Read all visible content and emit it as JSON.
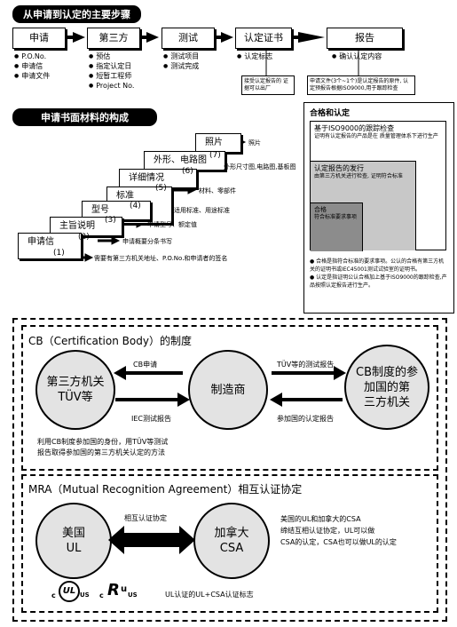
{
  "process": {
    "title": "从申请到认定的主要步骤",
    "steps": [
      "申请",
      "第三方",
      "测试",
      "认定证书",
      "报告"
    ],
    "step1_items": [
      "P.O.No.",
      "申请信",
      "申请文件"
    ],
    "step2_items": [
      "预估",
      "指定认定日",
      "短暂工程师",
      "Project No."
    ],
    "step3_items": [
      "测试项目",
      "测试完成"
    ],
    "step4_items": [
      "认定标志"
    ],
    "step4_note": "接受认定报告的 证据可以出厂",
    "step5_items": [
      "确认认定内容"
    ],
    "step5_note": "申请文件(3个~1个)是认定报告的原件, 认定预报告根据ISO9000,用于跟踪检查"
  },
  "docs": {
    "title": "申请书面材料的构成",
    "layers": [
      {
        "label": "照片",
        "num": "(7)",
        "desc": "照片"
      },
      {
        "label": "外形、电路图",
        "num": "(6)",
        "desc": "外形尺寸图,电路图,基板图"
      },
      {
        "label": "详细情况",
        "num": "(5)",
        "desc": "材料、零部件"
      },
      {
        "label": "标准",
        "num": "(4)",
        "desc": "适用标准、用途标准"
      },
      {
        "label": "型号",
        "num": "(3)",
        "desc": "申请型号、额定值"
      },
      {
        "label": "主旨说明",
        "num": "(2)",
        "desc": "申请概要分条书写"
      },
      {
        "label": "申请信",
        "num": "(1)",
        "desc": "需要有第三方机关地址、P.O.No.和申请者的签名"
      }
    ]
  },
  "certify": {
    "title": "合格和认定",
    "box1": "基于ISO9000的跟踪检查",
    "box1_sub": "证明有认定报告的产品是在 质量管理体系下进行生产",
    "box2": "认定报告的发行",
    "box2_sub": "由第三方机关进行检查, 证明符合标准",
    "box3": "合格",
    "box3_sub": "符合标准要求事项",
    "notes": [
      "合格是指符合标准的要求事项。公认的合格有第三方机关的证明书或IEC45001测试试验室的证明书。",
      "认定是指证明公认合格加上基于ISO9000的跟踪检查,产品按照认定报告进行生产。"
    ]
  },
  "cb": {
    "title": "CB（Certification Body）的制度",
    "left": "第三方机关\nTÜV等",
    "center": "制造商",
    "right": "CB制度的参\n加国的第\n三方机关",
    "arrow_top_left": "CB申请",
    "arrow_top_right": "TÜV等的测试报告",
    "arrow_bottom_left": "IEC测试报告",
    "arrow_bottom_right": "参加国的认定报告",
    "note": "利用CB制度参加国的身份，用TÜV等测试\n报告取得参加国的第三方机关认定的方法"
  },
  "mra": {
    "title": "MRA（Mutual Recognition Agreement）相互认证协定",
    "left": "美国\nUL",
    "right": "加拿大\nCSA",
    "arrow_label": "相互认证协定",
    "desc": "美国的UL和加拿大的CSA\n缔结互相认证协定，UL可以做\nCSA的认定，CSA也可以做UL的认定",
    "logo1_text": "UL",
    "logo1_c": "c",
    "logo1_us": "US",
    "logo2_text": "R",
    "logo2_c": "c",
    "logo2_us": "US",
    "logo_caption": "UL认证的UL+CSA认证标志"
  }
}
